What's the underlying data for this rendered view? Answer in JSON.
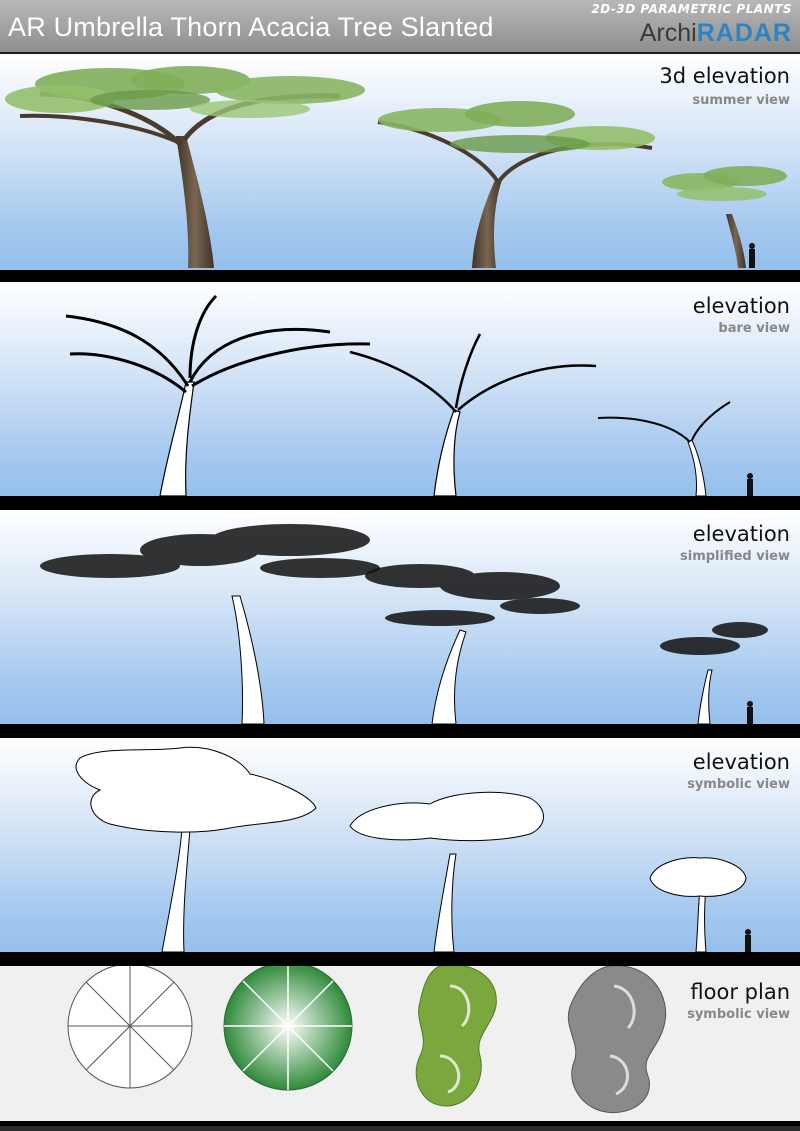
{
  "header": {
    "title": "AR Umbrella Thorn Acacia Tree Slanted",
    "series": "2D-3D PARAMETRIC PLANTS",
    "brand_part1": "Archi",
    "brand_part2": "RADAR"
  },
  "panels": [
    {
      "label": "3d elevation",
      "sublabel": "summer view"
    },
    {
      "label": "elevation",
      "sublabel": "bare view"
    },
    {
      "label": "elevation",
      "sublabel": "simplified view"
    },
    {
      "label": "elevation",
      "sublabel": "symbolic view"
    }
  ],
  "floor_plan": {
    "label": "floor plan",
    "sublabel": "symbolic view"
  },
  "colors": {
    "sky_top": "#ffffff",
    "sky_bottom": "#8fbceb",
    "foliage_green": "#7fae5a",
    "trunk_brown": "#5b4a3a",
    "brand_blue": "#2c84c5"
  }
}
